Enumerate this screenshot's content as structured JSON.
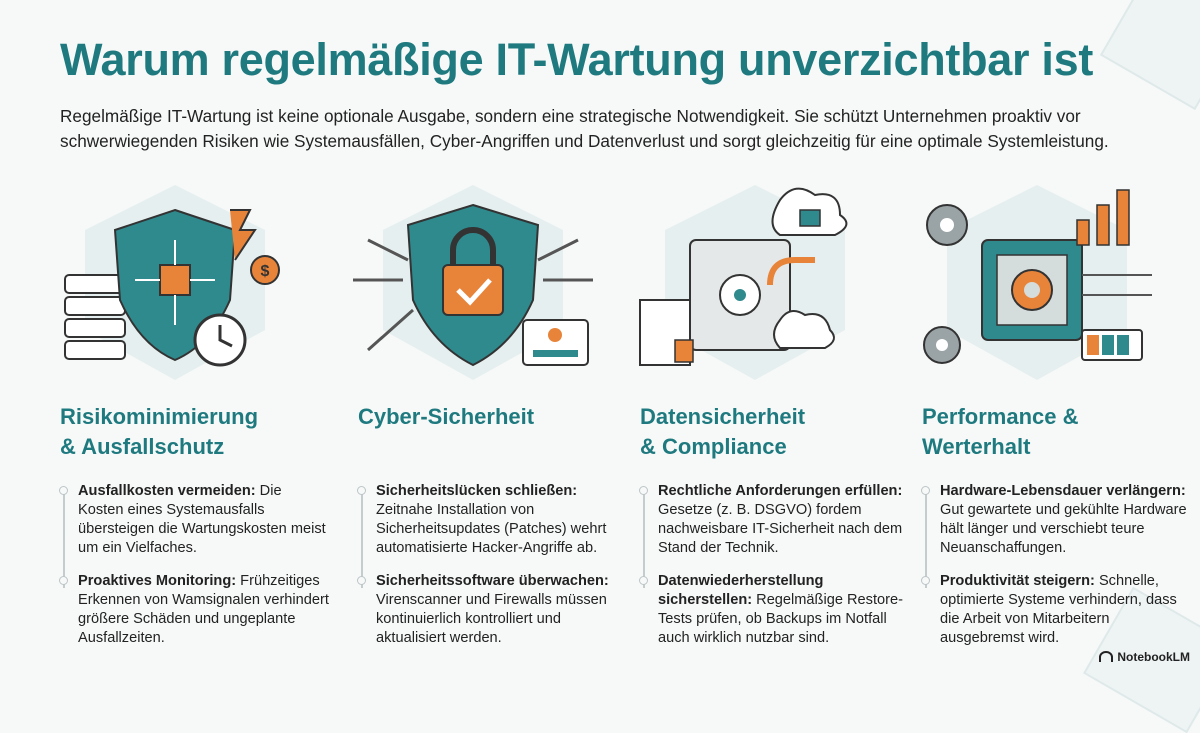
{
  "title": "Warum regelmäßige IT-Wartung unverzichtbar ist",
  "intro": "Regelmäßige IT-Wartung ist keine optionale Ausgabe, sondern eine strategische Notwendigkeit. Sie schützt Unternehmen proaktiv vor schwerwiegenden Risiken wie Systemausfällen, Cyber-Angriffen und Datenverlust und sorgt gleichzeitig für eine optimale Systemleistung.",
  "columns": [
    {
      "heading1": "Risikominimierung",
      "heading2": "& Ausfallschutz",
      "icon": "shield-chip-clock-icon",
      "bullets": [
        {
          "bold": "Ausfallkosten vermeiden:",
          "text": " Die Kosten eines Systemausfalls übersteigen die Wartungskosten meist um ein Vielfaches."
        },
        {
          "bold": "Proaktives Monitoring:",
          "text": " Frühzeitiges Erkennen von Wamsignalen verhindert größere Schäden und ungeplante Ausfallzeiten."
        }
      ]
    },
    {
      "heading1": "Cyber-Sicherheit",
      "heading2": "",
      "icon": "shield-lock-icon",
      "bullets": [
        {
          "bold": "Sicherheitslücken schließen:",
          "text": " Zeitnahe Installation von Sicherheitsupdates (Patches) wehrt automatisierte Hacker-Angriffe ab."
        },
        {
          "bold": "Sicherheitssoftware überwachen:",
          "text": " Virenscanner und Firewalls müssen kontinuierlich kontrolliert und aktualisiert werden."
        }
      ]
    },
    {
      "heading1": "Datensicherheit",
      "heading2": "& Compliance",
      "icon": "safe-cloud-icon",
      "bullets": [
        {
          "bold": "Rechtliche Anforderungen erfüllen:",
          "text": " Gesetze (z. B. DSGVO) fordem nachweisbare IT-Sicherheit nach dem Stand der Technik."
        },
        {
          "bold": "Datenwiederherstellung sicherstellen:",
          "text": " Regelmäßige Restore-Tests prüfen, ob Backups im Notfall auch wirklich nutzbar sind."
        }
      ]
    },
    {
      "heading1": "Performance &",
      "heading2": "Werterhalt",
      "icon": "chip-gears-chart-icon",
      "bullets": [
        {
          "bold": "Hardware-Lebensdauer verlängern:",
          "text": " Gut gewartete und gekühlte Hardware hält länger und verschiebt teure Neuanschaffungen."
        },
        {
          "bold": "Produktivität steigern:",
          "text": " Schnelle, optimierte Systeme verhindern, dass die Arbeit von Mitarbeitern ausgebremst wird."
        }
      ]
    }
  ],
  "logo": "NotebookLM",
  "colors": {
    "teal": "#1f7a80",
    "orange": "#e8843a"
  }
}
